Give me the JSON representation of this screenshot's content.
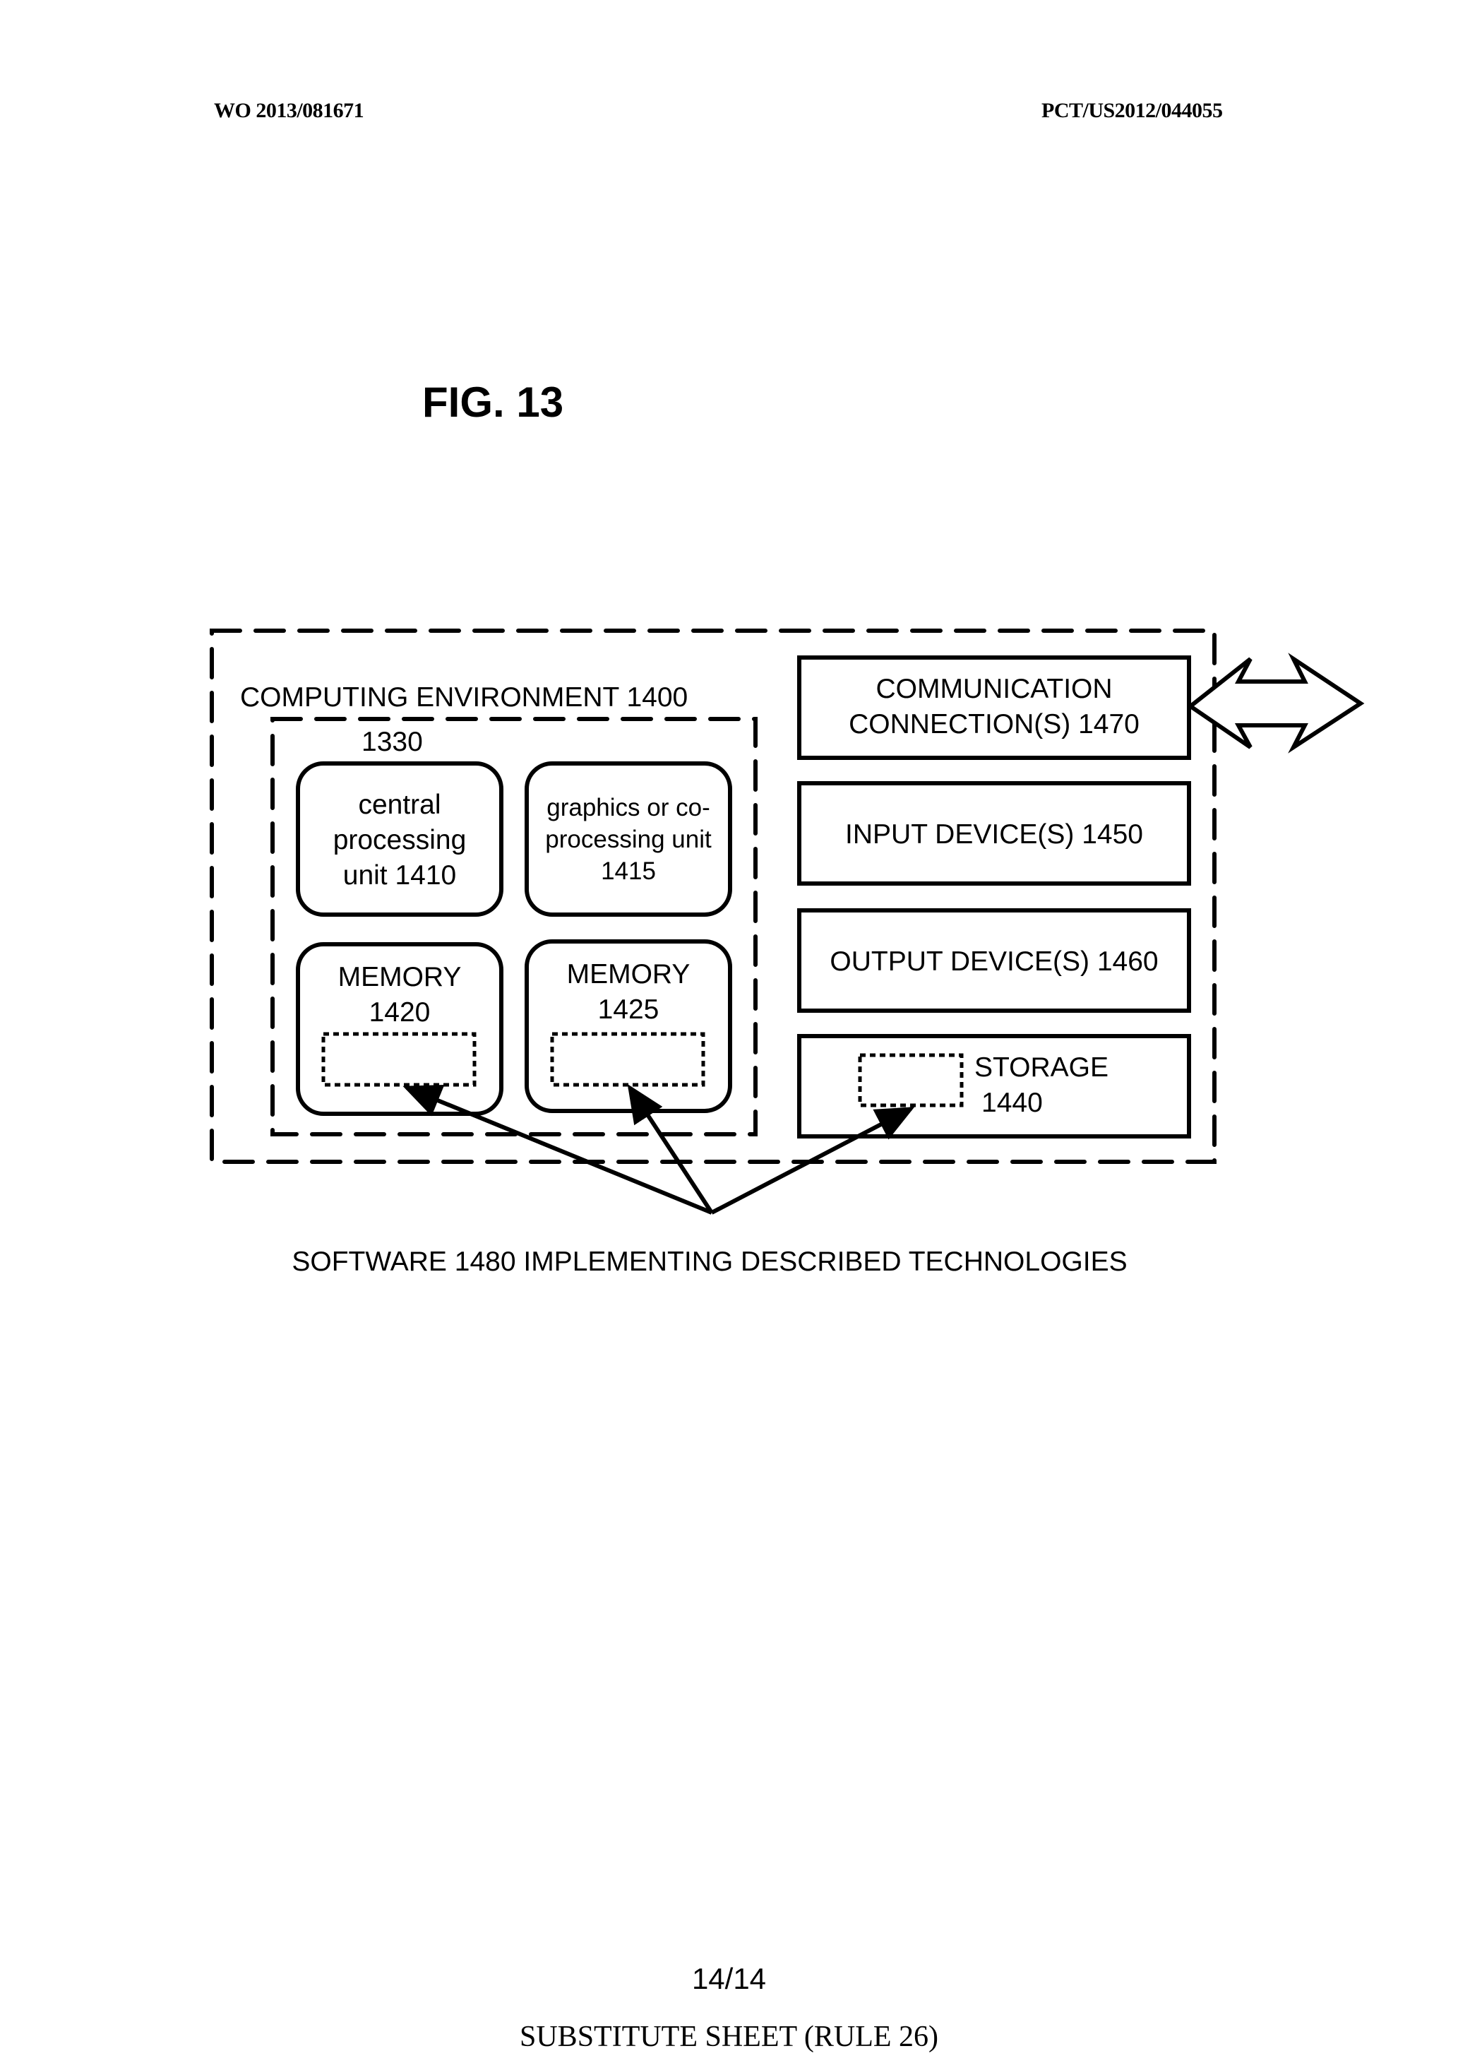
{
  "header": {
    "publication_number": "WO 2013/081671",
    "application_number": "PCT/US2012/044055"
  },
  "figure": {
    "title": "FIG. 13",
    "environment_label": "COMPUTING ENVIRONMENT 1400",
    "core_group_label": "1330",
    "blocks": {
      "cpu": [
        "central",
        "processing",
        "unit 1410"
      ],
      "gpu": [
        "graphics or co-",
        "processing unit",
        "1415"
      ],
      "memory_1420": [
        "MEMORY",
        "1420"
      ],
      "memory_1425": [
        "MEMORY",
        "1425"
      ],
      "communication": [
        "COMMUNICATION",
        "CONNECTION(S) 1470"
      ],
      "input": "INPUT DEVICE(S) 1450",
      "output": "OUTPUT DEVICE(S) 1460",
      "storage": [
        "STORAGE",
        "1440"
      ]
    },
    "software_label": "SOFTWARE 1480 IMPLEMENTING DESCRIBED TECHNOLOGIES",
    "icons": {
      "communication_arrow": "double-headed-arrow-icon"
    }
  },
  "footer": {
    "page_number": "14/14",
    "sheet_note": "SUBSTITUTE SHEET (RULE 26)"
  }
}
